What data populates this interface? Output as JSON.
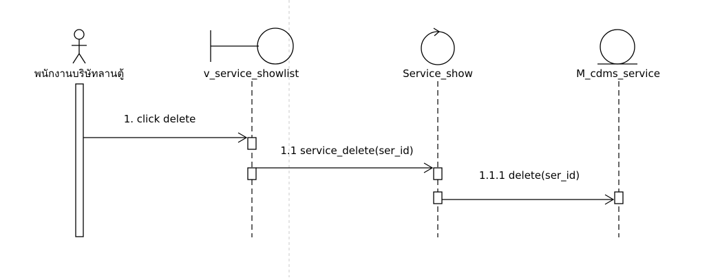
{
  "participants": {
    "actor": {
      "label": "พนักงานบริษัทลานตู้",
      "icon": "actor-stick-figure-icon"
    },
    "boundary": {
      "label": "v_service_showlist",
      "icon": "boundary-icon"
    },
    "control": {
      "label": "Service_show",
      "icon": "control-icon"
    },
    "entity": {
      "label": "M_cdms_service",
      "icon": "entity-icon"
    }
  },
  "messages": {
    "m1": {
      "label": "1. click delete"
    },
    "m2": {
      "label": "1.1 service_delete(ser_id)"
    },
    "m3": {
      "label": "1.1.1 delete(ser_id)"
    }
  },
  "colors": {
    "line": "#000000",
    "separator": "#c8c8c8",
    "background": "#ffffff"
  }
}
